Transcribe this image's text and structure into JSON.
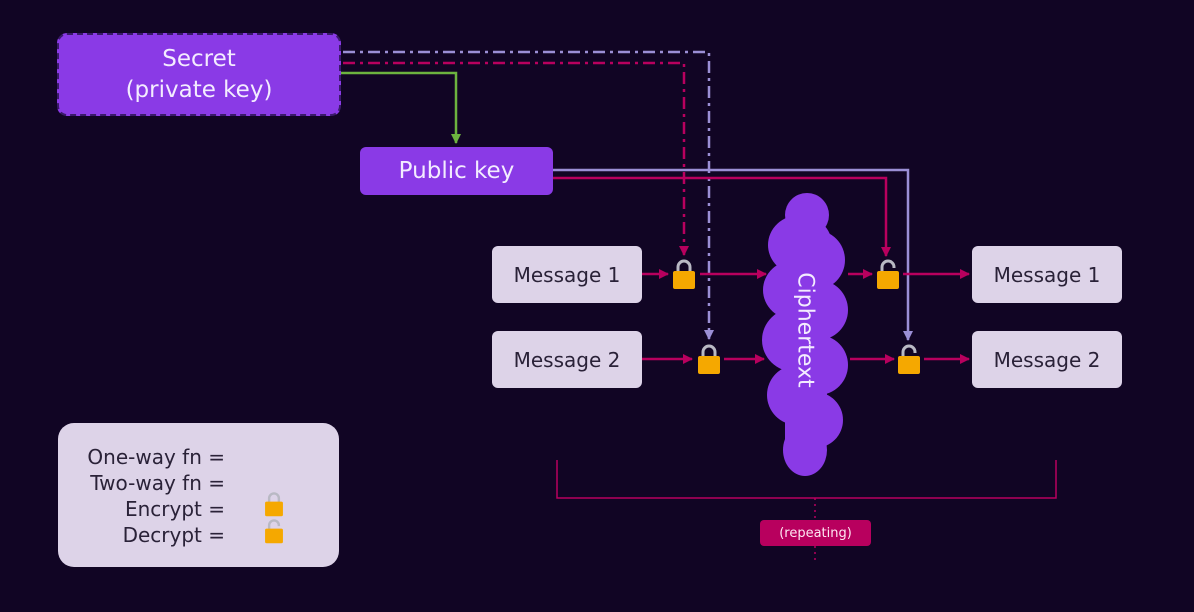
{
  "secret": {
    "line1": "Secret",
    "line2": "(private key)"
  },
  "public_key": {
    "label": "Public key"
  },
  "messages": {
    "left": [
      "Message 1",
      "Message 2"
    ],
    "right": [
      "Message 1",
      "Message 2"
    ]
  },
  "cipher": {
    "label": "Ciphertext"
  },
  "repeating": {
    "label": "(repeating)"
  },
  "legend": {
    "one_way": "One-way fn =",
    "two_way": "Two-way fn =",
    "encrypt": "Encrypt =",
    "decrypt": "Decrypt ="
  },
  "colors": {
    "background": "#110524",
    "purple": "#8a3ae6",
    "magenta": "#b8005e",
    "lavender": "#9b8fd6",
    "green": "#6cb33f",
    "box_light": "#ddd3e8",
    "lock_gold": "#f5a800"
  },
  "icons": {
    "encrypt": "lock-closed-icon",
    "decrypt": "lock-open-icon"
  }
}
